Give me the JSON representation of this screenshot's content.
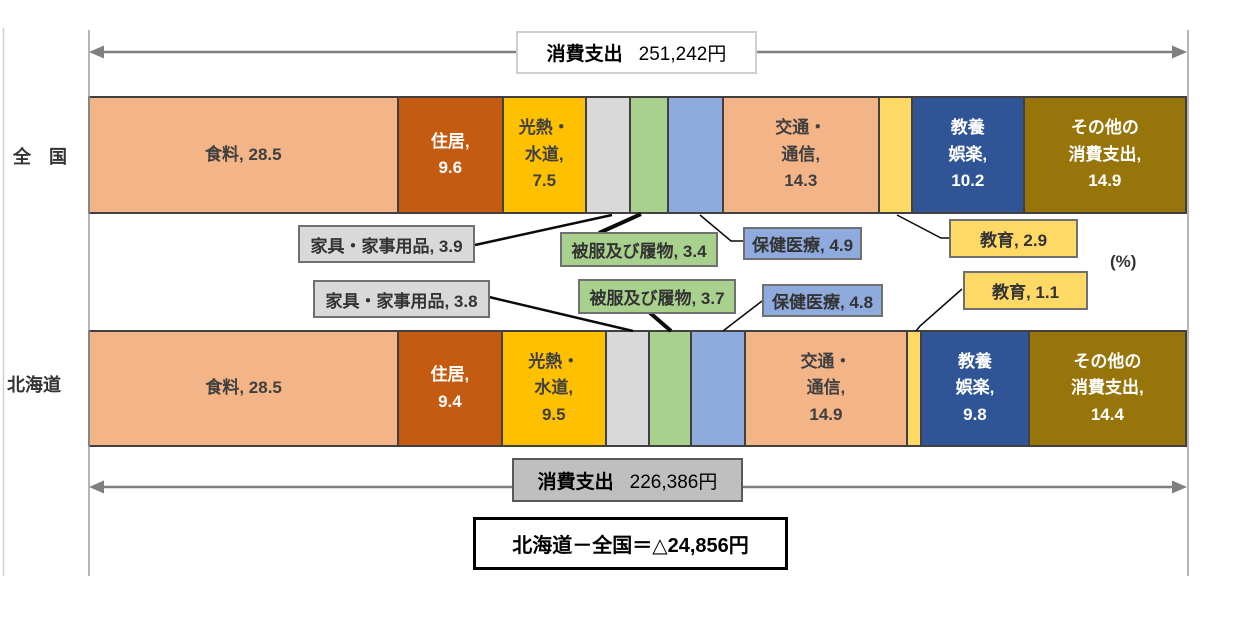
{
  "row_labels": {
    "national": "全　国",
    "hokkaido": "北海道"
  },
  "unit_label": "(%)",
  "top_total": {
    "label": "消費支出",
    "value": "251,242円"
  },
  "bottom_total": {
    "label": "消費支出",
    "value": "226,386円"
  },
  "difference_box": {
    "text": "北海道－全国＝△24,856円"
  },
  "palette": {
    "food": "#F3B488",
    "housing": "#C55A11",
    "utilities": "#FFC000",
    "furniture": "#D9D9D9",
    "clothing": "#A9D18E",
    "medical": "#8FAADC",
    "transport": "#F3B488",
    "education": "#FFD966",
    "recreation": "#2F5597",
    "other": "#97750B",
    "arrow": "#808080",
    "segment_border": "#404040"
  },
  "bars": {
    "national": {
      "name": "全国",
      "segments": [
        {
          "name": "食料",
          "value": 28.5,
          "color": "#F3B488",
          "text_color": "#3F3F3F",
          "text": "食料, 28.5"
        },
        {
          "name": "住居",
          "value": 9.6,
          "color": "#C55A11",
          "text_color": "#FFFFFF",
          "text": "住居,\n9.6"
        },
        {
          "name": "光熱・水道",
          "value": 7.5,
          "color": "#FFC000",
          "text_color": "#3F3F3F",
          "text": "光熱・\n水道,\n7.5"
        },
        {
          "name": "家具・家事用品",
          "value": 3.9,
          "color": "#D9D9D9",
          "text_color": "#3F3F3F",
          "text": ""
        },
        {
          "name": "被服及び履物",
          "value": 3.4,
          "color": "#A9D18E",
          "text_color": "#3F3F3F",
          "text": ""
        },
        {
          "name": "保健医療",
          "value": 4.9,
          "color": "#8FAADC",
          "text_color": "#3F3F3F",
          "text": ""
        },
        {
          "name": "交通・通信",
          "value": 14.3,
          "color": "#F3B488",
          "text_color": "#3F3F3F",
          "text": "交通・\n通信,\n14.3"
        },
        {
          "name": "教育",
          "value": 2.9,
          "color": "#FFD966",
          "text_color": "#3F3F3F",
          "text": ""
        },
        {
          "name": "教養娯楽",
          "value": 10.2,
          "color": "#2F5597",
          "text_color": "#FFFFFF",
          "text": "教養\n娯楽,\n10.2"
        },
        {
          "name": "その他の消費支出",
          "value": 14.9,
          "color": "#97750B",
          "text_color": "#FFFFFF",
          "text": "その他の\n消費支出,\n14.9"
        }
      ]
    },
    "hokkaido": {
      "name": "北海道",
      "segments": [
        {
          "name": "食料",
          "value": 28.5,
          "color": "#F3B488",
          "text_color": "#3F3F3F",
          "text": "食料, 28.5"
        },
        {
          "name": "住居",
          "value": 9.4,
          "color": "#C55A11",
          "text_color": "#FFFFFF",
          "text": "住居,\n9.4"
        },
        {
          "name": "光熱・水道",
          "value": 9.5,
          "color": "#FFC000",
          "text_color": "#3F3F3F",
          "text": "光熱・\n水道,\n9.5"
        },
        {
          "name": "家具・家事用品",
          "value": 3.8,
          "color": "#D9D9D9",
          "text_color": "#3F3F3F",
          "text": ""
        },
        {
          "name": "被服及び履物",
          "value": 3.7,
          "color": "#A9D18E",
          "text_color": "#3F3F3F",
          "text": ""
        },
        {
          "name": "保健医療",
          "value": 4.8,
          "color": "#8FAADC",
          "text_color": "#3F3F3F",
          "text": ""
        },
        {
          "name": "交通・通信",
          "value": 14.9,
          "color": "#F3B488",
          "text_color": "#3F3F3F",
          "text": "交通・\n通信,\n14.9"
        },
        {
          "name": "教育",
          "value": 1.1,
          "color": "#FFD966",
          "text_color": "#3F3F3F",
          "text": ""
        },
        {
          "name": "教養娯楽",
          "value": 9.8,
          "color": "#2F5597",
          "text_color": "#FFFFFF",
          "text": "教養\n娯楽,\n9.8"
        },
        {
          "name": "その他の消費支出",
          "value": 14.4,
          "color": "#97750B",
          "text_color": "#FFFFFF",
          "text": "その他の\n消費支出,\n14.4"
        }
      ]
    }
  },
  "callouts": [
    {
      "text": "家具・家事用品, 3.9",
      "color": "#D9D9D9"
    },
    {
      "text": "被服及び履物, 3.4",
      "color": "#A9D18E"
    },
    {
      "text": "保健医療, 4.9",
      "color": "#8FAADC"
    },
    {
      "text": "教育, 2.9",
      "color": "#FFD966"
    },
    {
      "text": "家具・家事用品, 3.8",
      "color": "#D9D9D9"
    },
    {
      "text": "被服及び履物, 3.7",
      "color": "#A9D18E"
    },
    {
      "text": "保健医療, 4.8",
      "color": "#8FAADC"
    },
    {
      "text": "教育, 1.1",
      "color": "#FFD966"
    }
  ],
  "chart_data": {
    "type": "bar",
    "orientation": "horizontal-stacked",
    "unit": "%",
    "categories": [
      "全国",
      "北海道"
    ],
    "series": [
      {
        "name": "食料",
        "values": [
          28.5,
          28.5
        ],
        "color": "#F3B488"
      },
      {
        "name": "住居",
        "values": [
          9.6,
          9.4
        ],
        "color": "#C55A11"
      },
      {
        "name": "光熱・水道",
        "values": [
          7.5,
          9.5
        ],
        "color": "#FFC000"
      },
      {
        "name": "家具・家事用品",
        "values": [
          3.9,
          3.8
        ],
        "color": "#D9D9D9"
      },
      {
        "name": "被服及び履物",
        "values": [
          3.4,
          3.7
        ],
        "color": "#A9D18E"
      },
      {
        "name": "保健医療",
        "values": [
          4.9,
          4.8
        ],
        "color": "#8FAADC"
      },
      {
        "name": "交通・通信",
        "values": [
          14.3,
          14.9
        ],
        "color": "#F3B488"
      },
      {
        "name": "教育",
        "values": [
          2.9,
          1.1
        ],
        "color": "#FFD966"
      },
      {
        "name": "教養娯楽",
        "values": [
          10.2,
          9.8
        ],
        "color": "#2F5597"
      },
      {
        "name": "その他の消費支出",
        "values": [
          14.9,
          14.4
        ],
        "color": "#97750B"
      }
    ],
    "totals": {
      "全国": "消費支出 251,242円",
      "北海道": "消費支出 226,386円"
    },
    "annotation": "北海道－全国＝△24,856円",
    "axis_range": [
      0,
      100
    ],
    "grid": false,
    "legend": "none"
  }
}
